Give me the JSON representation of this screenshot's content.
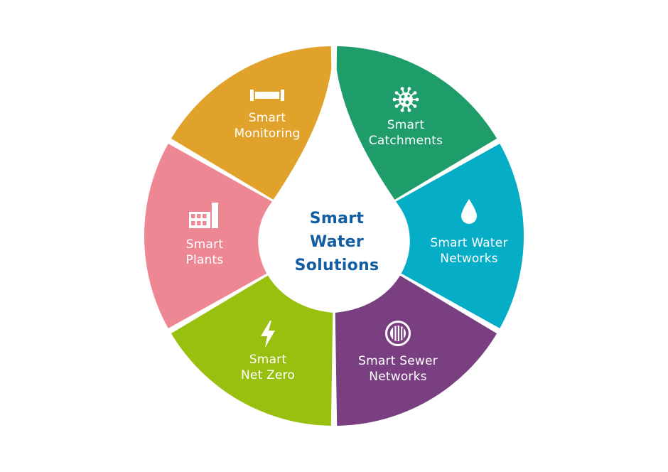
{
  "center": {
    "line1": "Smart",
    "line2": "Water",
    "line3": "Solutions",
    "color": "#135ea3"
  },
  "segments": [
    {
      "key": "catchments",
      "line1": "Smart",
      "line2": "Catchments",
      "color": "#1e9c6a",
      "icon": "virus-icon"
    },
    {
      "key": "water-networks",
      "line1": "Smart Water",
      "line2": "Networks",
      "color": "#06adc7",
      "icon": "water-drop-icon"
    },
    {
      "key": "sewer-networks",
      "line1": "Smart Sewer",
      "line2": "Networks",
      "color": "#7a3f80",
      "icon": "sewer-grate-icon"
    },
    {
      "key": "net-zero",
      "line1": "Smart",
      "line2": "Net Zero",
      "color": "#99c00f",
      "icon": "lightning-bolt-icon"
    },
    {
      "key": "plants",
      "line1": "Smart",
      "line2": "Plants",
      "color": "#ee8794",
      "icon": "factory-icon"
    },
    {
      "key": "monitoring",
      "line1": "Smart",
      "line2": "Monitoring",
      "color": "#e0a22b",
      "icon": "pipe-icon"
    }
  ]
}
